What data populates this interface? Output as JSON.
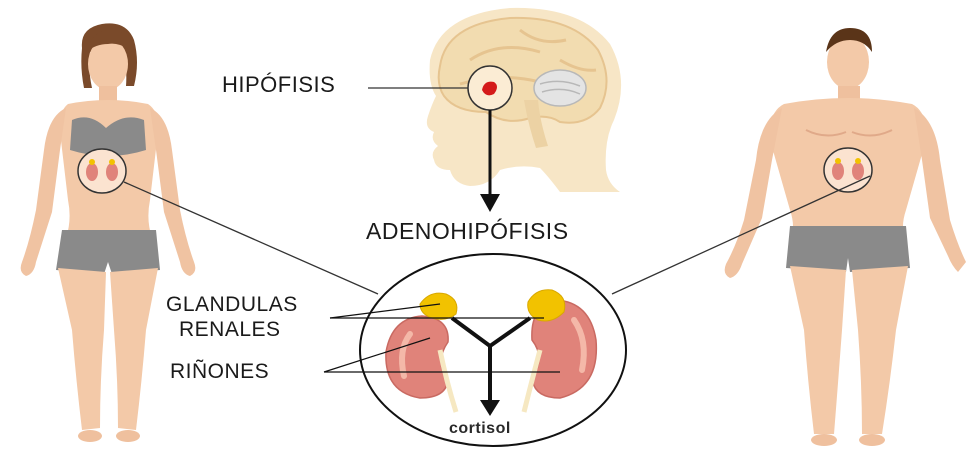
{
  "labels": {
    "hipofisis": "HIPÓFISIS",
    "adenohipofisis": "ADENOHIPÓFISIS",
    "glandulas": "GLANDULAS",
    "renales": "RENALES",
    "rinones": "RIÑONES",
    "cortisol": "cortisol"
  },
  "colors": {
    "skin": "#f3c9a8",
    "skin_shadow": "#e0a989",
    "underwear": "#8a8a8a",
    "hair_female": "#7a4a2a",
    "hair_male": "#5a3418",
    "brain": "#f2dcb0",
    "head_profile": "#f7e6c6",
    "pituitary": "#d41a1a",
    "kidney": "#e0837a",
    "kidney_light": "#f4b8a8",
    "adrenal": "#f2c200",
    "arrow": "#111111",
    "line": "#333333"
  }
}
